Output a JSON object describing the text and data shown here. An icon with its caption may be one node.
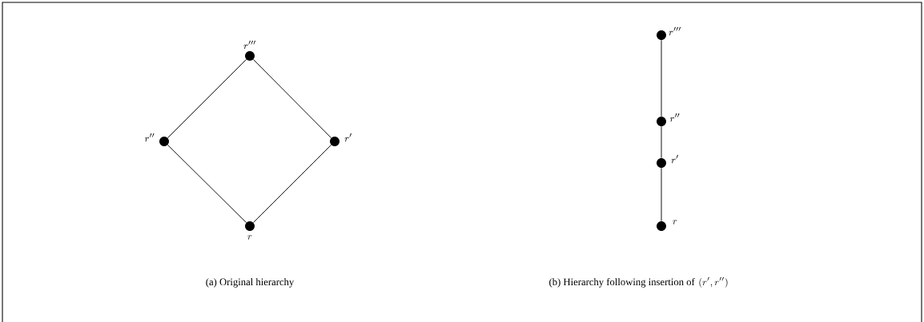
{
  "diagram": {
    "nodes": [
      {
        "text": [
          "r'''"
        ]
      },
      {
        "text": [
          "r''"
        ]
      },
      {
        "text": [
          "r'"
        ]
      },
      {
        "text": [
          "r"
        ]
      },
      {
        "text": [
          "r'''"
        ]
      },
      {
        "text": [
          "r''"
        ]
      },
      {
        "text": [
          "r'"
        ]
      },
      {
        "text": [
          "r"
        ]
      }
    ],
    "edges": [
      {
        "from": 1,
        "to": 0,
        "arrow": "none"
      },
      {
        "from": 0,
        "to": 2,
        "arrow": "none"
      },
      {
        "from": 2,
        "to": 3,
        "arrow": "none"
      },
      {
        "from": 3,
        "to": 1,
        "arrow": "none"
      },
      {
        "from": 4,
        "to": 5,
        "arrow": "none"
      },
      {
        "from": 5,
        "to": 6,
        "arrow": "none"
      },
      {
        "from": 6,
        "to": 7,
        "arrow": "none"
      }
    ],
    "labels": [
      "(a) Original hierarchy",
      "(b) Hierarchy following insertion of",
      "(r',r'')"
    ]
  }
}
